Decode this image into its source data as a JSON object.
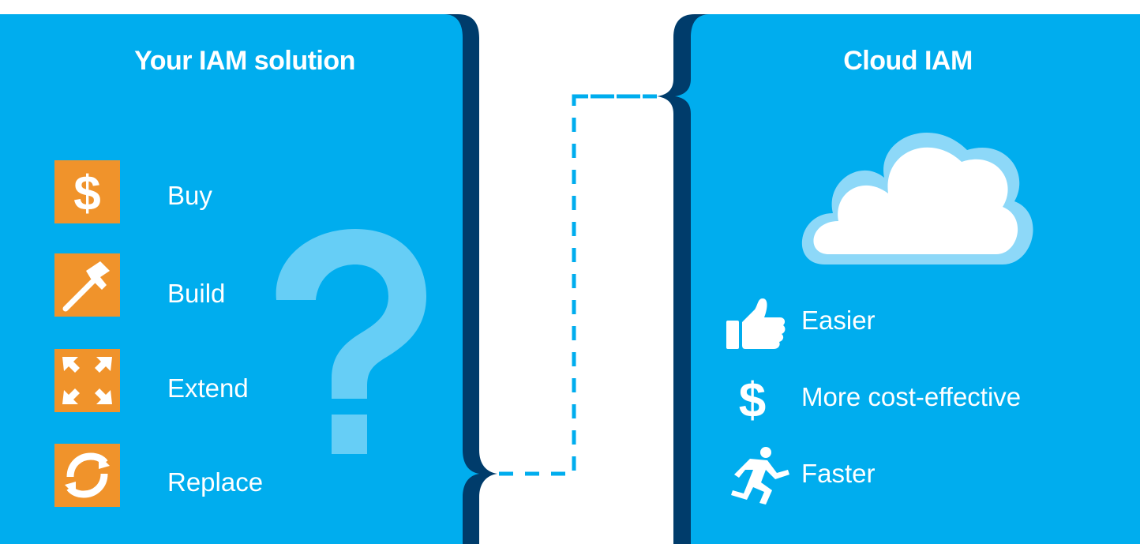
{
  "left_panel": {
    "title": "Your IAM solution",
    "options": [
      {
        "icon": "dollar-icon",
        "label": "Buy"
      },
      {
        "icon": "hammer-icon",
        "label": "Build"
      },
      {
        "icon": "expand-arrows-icon",
        "label": "Extend"
      },
      {
        "icon": "refresh-icon",
        "label": "Replace"
      }
    ]
  },
  "right_panel": {
    "title": "Cloud IAM",
    "benefits": [
      {
        "icon": "thumbs-up-icon",
        "label": "Easier"
      },
      {
        "icon": "dollar-icon",
        "label": "More cost-effective"
      },
      {
        "icon": "running-person-icon",
        "label": "Faster"
      }
    ]
  },
  "colors": {
    "panel": "#00adee",
    "brace": "#003c6b",
    "icon_tile": "#f0932b",
    "question_mark": "#66cef6",
    "cloud_outline": "#8dd8f8",
    "connector": "#00adee"
  }
}
